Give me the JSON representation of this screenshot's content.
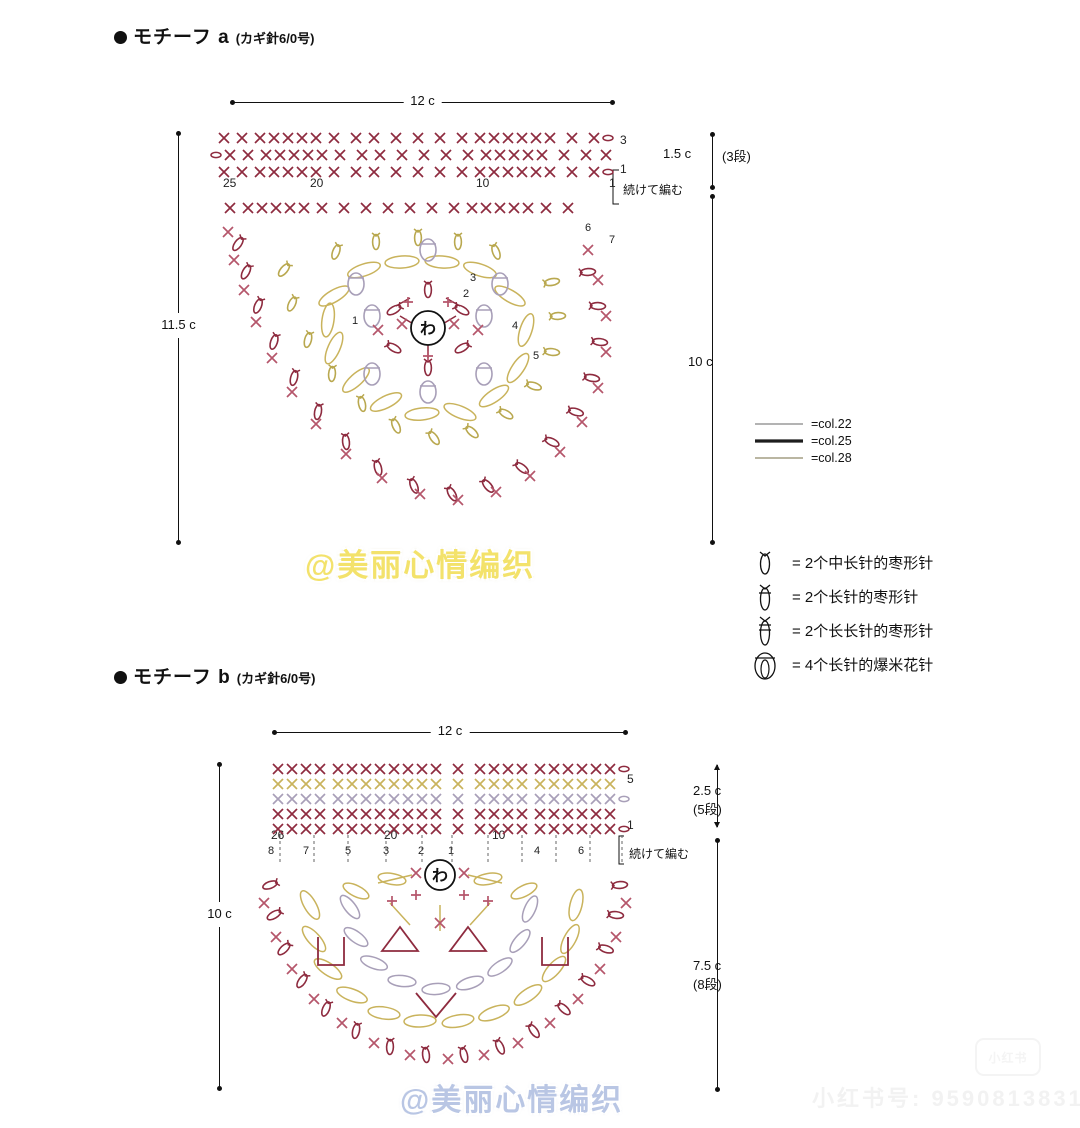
{
  "motif_a": {
    "bullet": "●",
    "title": "モチーフ a",
    "subtitle": "(カギ針6/0号)",
    "width_label": "12 c",
    "height_label": "11.5 c",
    "right_top_label": "1.5 c",
    "right_top_sub": "(3段)",
    "right_bottom_label": "10 c",
    "continue_note": "続けて編む",
    "ring_label": "わ",
    "top_scale": [
      "25",
      "20",
      "10",
      "1"
    ],
    "row_marks": [
      "3",
      "1"
    ],
    "round_numbers": [
      "1",
      "2",
      "3",
      "4",
      "5",
      "6",
      "7"
    ],
    "watermark": "@美丽心情编织"
  },
  "motif_b": {
    "bullet": "●",
    "title": "モチーフ b",
    "subtitle": "(カギ針6/0号)",
    "width_label": "12 c",
    "height_label": "10 c",
    "right_top_label": "2.5 c",
    "right_top_sub": "(5段)",
    "right_bottom_label": "7.5 c",
    "right_bottom_sub": "(8段)",
    "continue_note": "続けて編む",
    "ring_label": "わ",
    "top_scale": [
      "26",
      "20",
      "10"
    ],
    "row_marks": [
      "5",
      "1"
    ],
    "round_numbers": [
      "8",
      "7",
      "5",
      "3",
      "2",
      "1",
      "4",
      "6"
    ],
    "watermark": "@美丽心情编织"
  },
  "color_legend": {
    "rows": [
      {
        "label": "=col.22",
        "color": "#9a9a9a",
        "weight": "1.4"
      },
      {
        "label": "=col.25",
        "color": "#1d1d1d",
        "weight": "3.2"
      },
      {
        "label": "=col.28",
        "color": "#b0ab94",
        "weight": "1.8"
      }
    ]
  },
  "symbol_legend": {
    "rows": [
      {
        "symbol": "puff-half-double-crochet",
        "text": "= 2个中长针的枣形针"
      },
      {
        "symbol": "puff-double-crochet",
        "text": "= 2个长针的枣形针"
      },
      {
        "symbol": "puff-treble-crochet",
        "text": "= 2个长长针的枣形针"
      },
      {
        "symbol": "popcorn-4-double-crochet",
        "text": "= 4个长针的爆米花针"
      }
    ]
  },
  "watermarks": {
    "xiaohongshu_id": "小红书号: 9590813831",
    "badge": "小红书"
  },
  "colors": {
    "dark_red": "#8e2b3f",
    "rose": "#b5566b",
    "gold": "#c9b35c",
    "olive": "#b9a84f",
    "lavender": "#a89fb8",
    "grey": "#9a9a9a",
    "black": "#1d1d1d"
  }
}
